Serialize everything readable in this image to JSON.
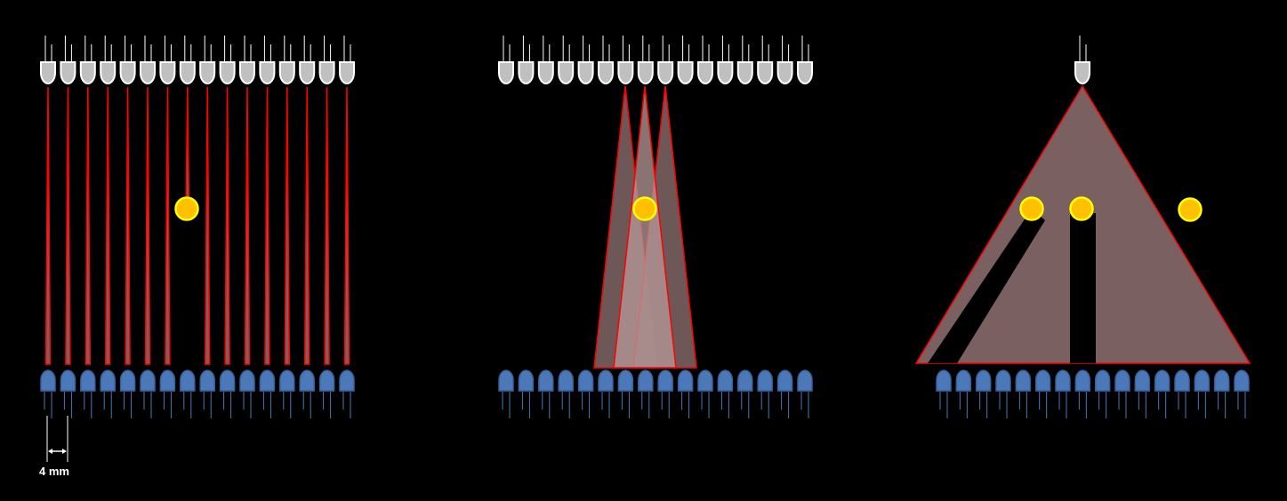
{
  "scale_bar": {
    "label": "4 mm"
  },
  "panels": [
    {
      "name": "parallel-beams",
      "emitters": 16,
      "receivers": 16
    },
    {
      "name": "overlapping-beams",
      "emitters": 16,
      "receivers": 16
    },
    {
      "name": "single-emitter-fan",
      "emitters": 1,
      "receivers": 16
    }
  ],
  "colors": {
    "beam_edge": "#ff0000",
    "beam_fill": "#7a6060",
    "emitter": "#c0c0c0",
    "receiver": "#4a78b8",
    "object": "#ffc000",
    "object_edge": "#ffff00"
  }
}
